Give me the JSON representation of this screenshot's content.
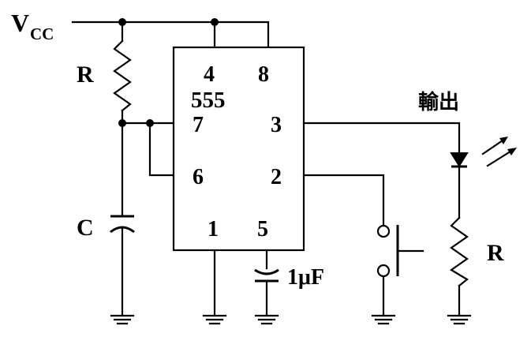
{
  "labels": {
    "vcc_main": "V",
    "vcc_sub": "CC",
    "resistor_left": "R",
    "capacitor_left": "C",
    "chip_name": "555",
    "pin4": "4",
    "pin8": "8",
    "pin7": "7",
    "pin3": "3",
    "pin6": "6",
    "pin2": "2",
    "pin1": "1",
    "pin5": "5",
    "cap_value": "1μF",
    "output": "輸出",
    "resistor_right": "R"
  }
}
